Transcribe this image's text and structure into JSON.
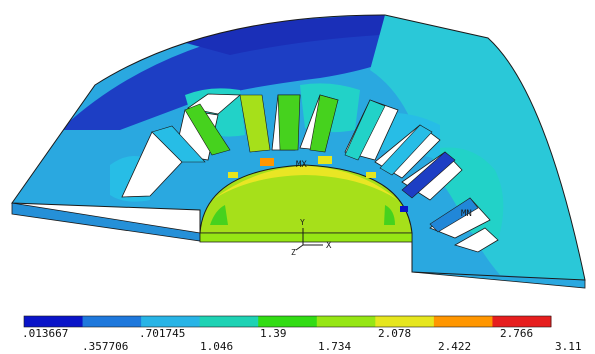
{
  "plot": {
    "markers": {
      "max_label": "MX",
      "min_label": "MN",
      "axis_x": "X",
      "axis_y": "Y",
      "axis_z": "Z"
    },
    "colors": {
      "band_0": "#0a14c8",
      "band_1": "#1e78dc",
      "band_2": "#28b4e6",
      "band_3": "#1ed2b4",
      "band_4": "#32dc14",
      "band_5": "#96e614",
      "band_6": "#e6e61e",
      "band_7": "#ff9600",
      "band_8": "#e61e1e",
      "outline": "#1a1a1a",
      "body_deep_blue": "#1d3ec4",
      "body_mid_blue": "#2187d8",
      "body_light_blue": "#27bde6",
      "body_cyan": "#22d2c8",
      "body_green": "#46d21e",
      "body_yellow_green": "#a6e01a",
      "body_yellow": "#e9e624"
    }
  },
  "legend": {
    "labels_top": [
      ".013667",
      ".701745",
      "1.39",
      "2.078",
      "2.766"
    ],
    "labels_bottom": [
      ".357706",
      "1.046",
      "1.734",
      "2.422",
      "3.11"
    ],
    "band_colors": [
      "#0a14c8",
      "#1e78dc",
      "#28b4e6",
      "#1ed2b4",
      "#32dc14",
      "#96e614",
      "#e6e61e",
      "#ff9600",
      "#e61e1e"
    ]
  }
}
